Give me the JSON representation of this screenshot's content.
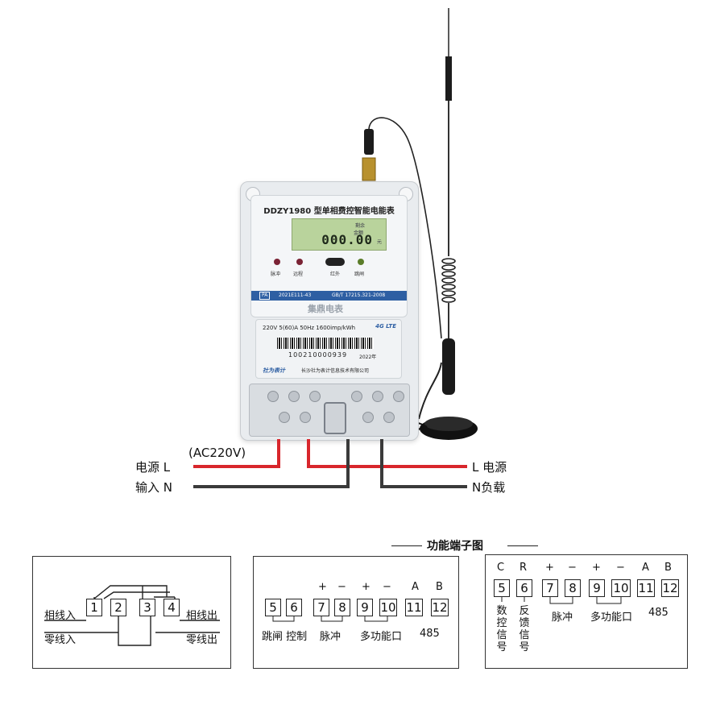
{
  "meter": {
    "title": "DDZY1980 型单相费控智能电能表",
    "lcd_small_1": "剩余",
    "lcd_small_2": "金额",
    "lcd_value": "000.00",
    "lcd_unit": "元",
    "led_labels": [
      "脉冲",
      "远程",
      "红外",
      "跳闸"
    ],
    "cert_left": "PA",
    "cert_no": "2021E111-43",
    "standard": "GB/T 17215.321-2008",
    "watermark": "集鼎电表",
    "specs": "220V  5(60)A  50Hz  1600imp/kWh",
    "net_badge": "4G LTE",
    "serial": "100210000939",
    "year": "2022年",
    "brand": "社为表计",
    "company": "长沙社为表计信息技术有限公司"
  },
  "wiring": {
    "ac_label": "(AC220V)",
    "left_top": "电源  L",
    "left_bottom": "输入  N",
    "right_top": "L 电源",
    "right_bottom": "N负载",
    "colors": {
      "live": "#d8262c",
      "neutral": "#3a3a3a"
    }
  },
  "diagram_title": "功能端子图",
  "panel1": {
    "terminals": [
      "1",
      "2",
      "3",
      "4"
    ],
    "label_phase_in": "相线入",
    "label_neutral_in": "零线入",
    "label_phase_out": "相线出",
    "label_neutral_out": "零线出"
  },
  "panel2": {
    "signs": [
      "+",
      "−",
      "+",
      "−",
      "A",
      "B"
    ],
    "terminals": [
      "5",
      "6",
      "7",
      "8",
      "9",
      "10",
      "11",
      "12"
    ],
    "label_trip": "跳闸 控制",
    "label_pulse": "脉冲",
    "label_multi": "多功能口",
    "label_485": "485"
  },
  "panel3": {
    "signs": [
      "C",
      "R",
      "+",
      "−",
      "+",
      "−",
      "A",
      "B"
    ],
    "terminals": [
      "5",
      "6",
      "7",
      "8",
      "9",
      "10",
      "11",
      "12"
    ],
    "vert_1": [
      "数",
      "控",
      "信",
      "号"
    ],
    "vert_2": [
      "反",
      "馈",
      "信",
      "号"
    ],
    "label_pulse": "脉冲",
    "label_multi": "多功能口",
    "label_485": "485"
  }
}
